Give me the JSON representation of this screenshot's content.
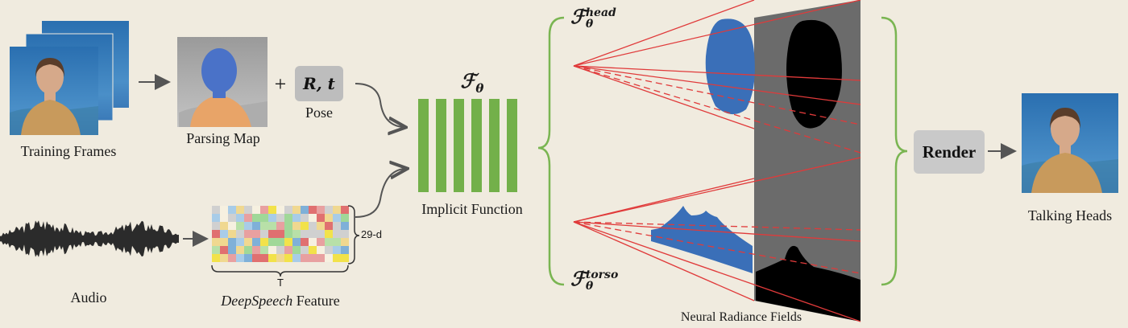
{
  "inputs": {
    "training_frames_label": "Training Frames",
    "parsing_map_label": "Parsing Map",
    "pose_symbol": "R, t",
    "pose_label": "Pose",
    "plus": "+",
    "audio_label": "Audio",
    "feature_dim_label": "29-d",
    "feature_time_label": "T",
    "feature_label_italic": "DeepSpeech",
    "feature_label_rest": " Feature"
  },
  "core": {
    "function_symbol": "ℱ",
    "function_subscript": "θ",
    "function_label": "Implicit Function",
    "layer_count": 6
  },
  "fields": {
    "head_symbol": "ℱ",
    "head_sub": "θ",
    "head_sup": "head",
    "torso_symbol": "ℱ",
    "torso_sub": "θ",
    "torso_sup": "torso",
    "caption": "Neural Radiance Fields"
  },
  "output": {
    "render_label": "Render",
    "talking_heads_label": "Talking Heads"
  },
  "colors": {
    "layer_green": "#73b04a",
    "brace_green": "#7ab552",
    "ray_red": "#e03a3a",
    "volume_blue": "#3a6fb8",
    "plane_gray": "#6b6b6b",
    "render_box": "#c9c9c9",
    "pose_box": "#bdbdbd"
  }
}
